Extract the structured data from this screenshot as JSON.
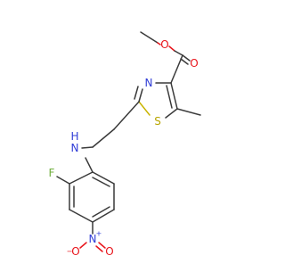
{
  "molecule": {
    "atoms": {
      "ester_o_methoxy": "O",
      "ester_o_carbonyl": "O",
      "thiazole_n": "N",
      "thiazole_s": "S",
      "amine_n": "N",
      "amine_h": "H",
      "fluorine": "F",
      "nitro_n": "N",
      "nitro_n_charge": "+",
      "nitro_o_single": "O",
      "nitro_o_charge": "−",
      "nitro_o_double": "O"
    },
    "colors": {
      "carbon_bond": "#3a3a3a",
      "oxygen": "#e8141b",
      "nitrogen": "#2f3cd6",
      "sulfur": "#b8a500",
      "fluorine": "#6fae3c"
    }
  }
}
